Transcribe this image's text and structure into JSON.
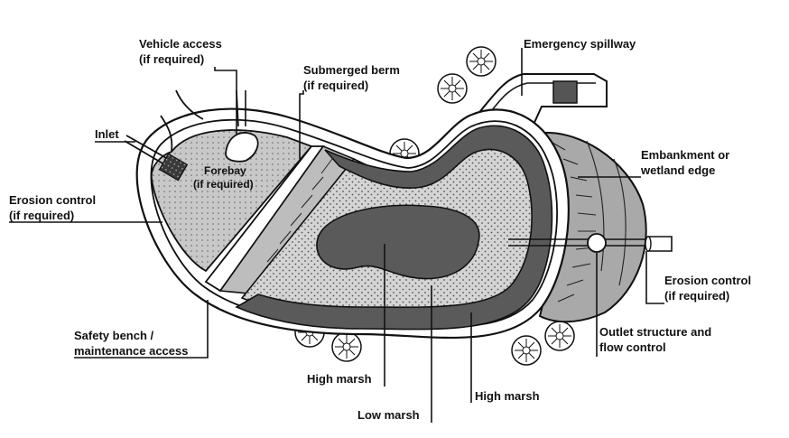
{
  "labels": {
    "vehicle_access_1": "Vehicle access",
    "vehicle_access_2": "(if required)",
    "submerged_berm_1": "Submerged berm",
    "submerged_berm_2": "(if required)",
    "emergency_spillway": "Emergency spillway",
    "inlet": "Inlet",
    "forebay_1": "Forebay",
    "forebay_2": "(if required)",
    "embankment_1": "Embankment or",
    "embankment_2": "wetland edge",
    "erosion_left_1": "Erosion control",
    "erosion_left_2": "(if required)",
    "erosion_right_1": "Erosion control",
    "erosion_right_2": "(if required)",
    "safety_bench_1": "Safety bench /",
    "safety_bench_2": "maintenance access",
    "outlet_1": "Outlet structure and",
    "outlet_2": "flow control",
    "high_marsh_left": "High marsh",
    "low_marsh": "Low marsh",
    "high_marsh_right": "High marsh"
  },
  "colors": {
    "background": "#ffffff",
    "ink": "#111111",
    "forebay_fill": "#bcbcbc",
    "high_marsh_fill": "#d4d4d4",
    "deep_zone_fill": "#5a5a5a",
    "embankment_fill": "#a9a9a9",
    "bench_fill": "#ffffff"
  },
  "icons": [
    "shrub-icon",
    "outlet-riser-icon",
    "inlet-pipe-icon",
    "spillway-block-icon"
  ]
}
